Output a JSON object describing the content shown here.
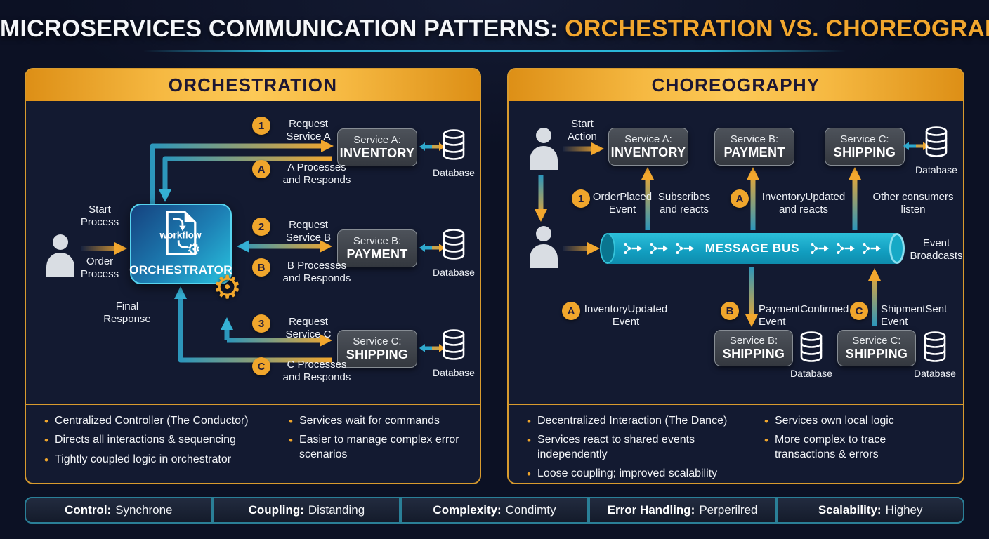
{
  "title": {
    "prefix": "MICROSERVICES COMMUNICATION PATTERNS: ",
    "highlight": "ORCHESTRATION VS. CHOREOGRAPHY"
  },
  "ui": {
    "bullet": "•",
    "gear": "⚙"
  },
  "colors": {
    "accent_gold": "#f0a62c",
    "teal": "#2ab6d8",
    "panel_border": "#d89b2e",
    "bus_body": "#18abc9",
    "panel_bg": "#131a31",
    "background": "#0c1124"
  },
  "orchestration": {
    "header": "ORCHESTRATION",
    "actor_top": "Start\nProcess",
    "actor_bottom": "Order\nProcess",
    "orchestrator": {
      "icon_word": "workflow",
      "name": "ORCHESTRATOR"
    },
    "final_response": "Final\nResponse",
    "flows": [
      {
        "num": "1",
        "request": "Request\nService A",
        "letter": "A",
        "response": "A Processes\nand Responds",
        "service_l1": "Service A:",
        "service_l2": "INVENTORY",
        "db": "Database"
      },
      {
        "num": "2",
        "request": "Request\nService B",
        "letter": "B",
        "response": "B Processes\nand Responds",
        "service_l1": "Service B:",
        "service_l2": "PAYMENT",
        "db": "Database"
      },
      {
        "num": "3",
        "request": "Request\nService C",
        "letter": "C",
        "response": "C Processes\nand Responds",
        "service_l1": "Service C:",
        "service_l2": "SHIPPING",
        "db": "Database"
      }
    ],
    "bullets_left": [
      "Centralized Controller (The Conductor)",
      "Directs all interactions & sequencing",
      "Tightly coupled logic in orchestrator"
    ],
    "bullets_right": [
      "Services wait for commands",
      "Easier to manage complex error scenarios"
    ]
  },
  "choreography": {
    "header": "CHOREOGRAPHY",
    "start_action": "Start\nAction",
    "services": [
      {
        "l1": "Service A:",
        "l2": "INVENTORY"
      },
      {
        "l1": "Service B:",
        "l2": "PAYMENT"
      },
      {
        "l1": "Service C:",
        "l2": "SHIPPING"
      }
    ],
    "db": "Database",
    "top_events": [
      {
        "num": "1",
        "text": "OrderPlaced\nEvent"
      },
      {
        "text": "Subscribes\nand reacts"
      },
      {
        "letter": "A",
        "text": "InventoryUpdated\nand reacts"
      },
      {
        "text": "Other consumers\nlisten"
      }
    ],
    "bus_label": "MESSAGE BUS",
    "event_broadcasts": "Event\nBroadcasts",
    "bottom_events": [
      {
        "letter": "A",
        "text": "InventoryUpdated\nEvent"
      },
      {
        "letter": "B",
        "text": "PaymentConfirmed\nEvent"
      },
      {
        "letter": "C",
        "text": "ShipmentSent\nEvent"
      }
    ],
    "bottom_services": [
      {
        "l1": "Service B:",
        "l2": "SHIPPING",
        "db": "Database"
      },
      {
        "l1": "Service C:",
        "l2": "SHIPPING",
        "db": "Database"
      }
    ],
    "bullets_left": [
      "Decentralized Interaction (The Dance)",
      "Services react to shared events independently",
      "Loose coupling; improved scalability"
    ],
    "bullets_right": [
      "Services own local logic",
      "More complex to trace transactions & errors"
    ]
  },
  "stats": [
    {
      "label": "Control:",
      "value": "Synchrone"
    },
    {
      "label": "Coupling:",
      "value": "Distanding"
    },
    {
      "label": "Complexity:",
      "value": "Condimty"
    },
    {
      "label": "Error Handling:",
      "value": "Perperilred"
    },
    {
      "label": "Scalability:",
      "value": "Highey"
    }
  ]
}
